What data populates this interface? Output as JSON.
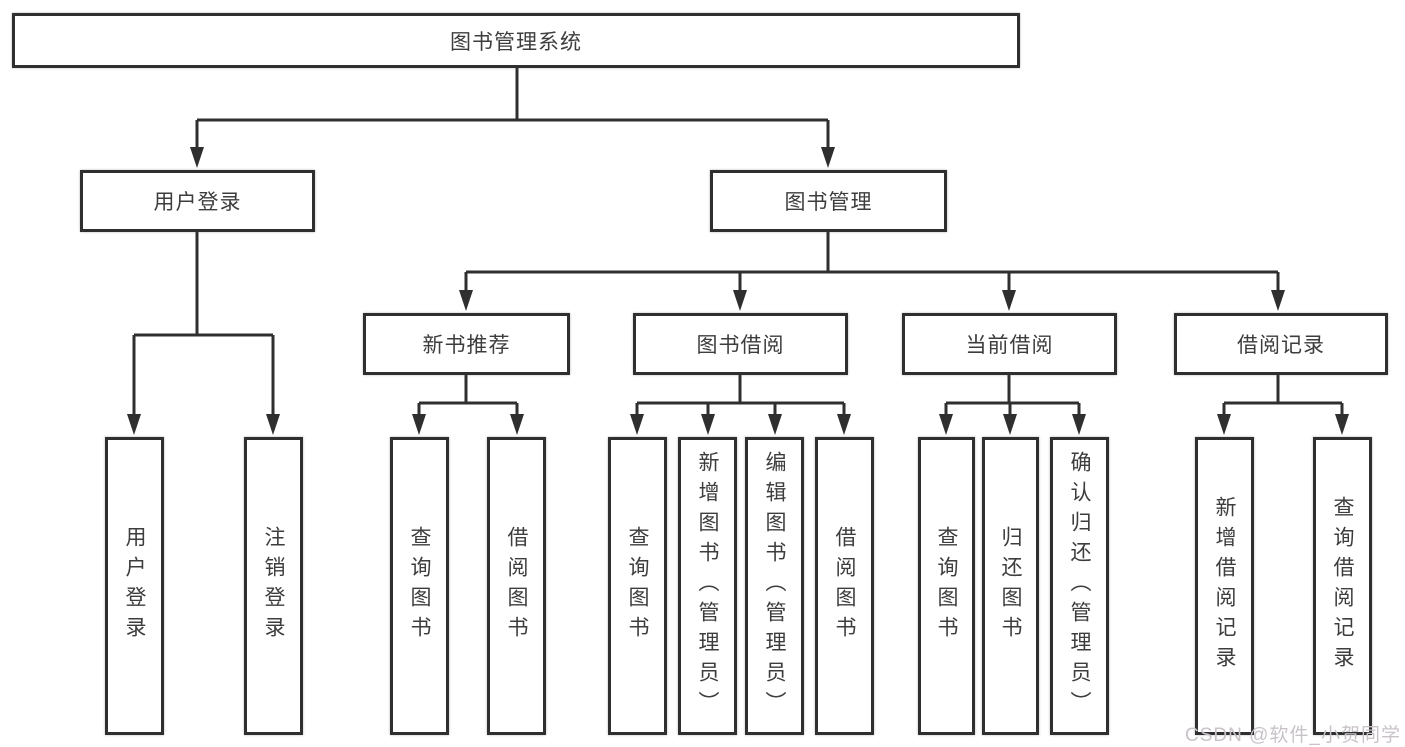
{
  "diagram": {
    "type": "tree",
    "root": {
      "label": "图书管理系统",
      "children": [
        {
          "label": "用户登录",
          "children": [
            {
              "label": "用户登录"
            },
            {
              "label": "注销登录"
            }
          ]
        },
        {
          "label": "图书管理",
          "children": [
            {
              "label": "新书推荐",
              "children": [
                {
                  "label": "查询图书"
                },
                {
                  "label": "借阅图书"
                }
              ]
            },
            {
              "label": "图书借阅",
              "children": [
                {
                  "label": "查询图书"
                },
                {
                  "label": "新增图书（管理员）"
                },
                {
                  "label": "编辑图书（管理员）"
                },
                {
                  "label": "借阅图书"
                }
              ]
            },
            {
              "label": "当前借阅",
              "children": [
                {
                  "label": "查询图书"
                },
                {
                  "label": "归还图书"
                },
                {
                  "label": "确认归还（管理员）"
                }
              ]
            },
            {
              "label": "借阅记录",
              "children": [
                {
                  "label": "新增借阅记录"
                },
                {
                  "label": "查询借阅记录"
                }
              ]
            }
          ]
        }
      ]
    }
  },
  "watermark": {
    "text": "CSDN @软件_小贺同学"
  },
  "colors": {
    "line": "#2f2f2f",
    "box_border": "#2f2f2f",
    "box_fill": "#ffffff",
    "text": "#3d3d3d",
    "watermark": "#c9c3c9",
    "background": "#ffffff"
  }
}
